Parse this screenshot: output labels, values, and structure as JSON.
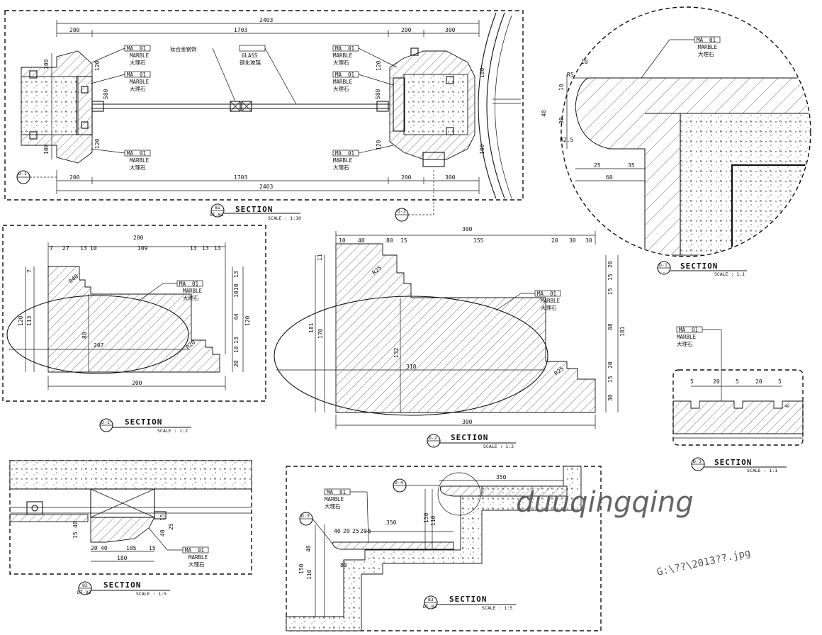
{
  "top_section": {
    "overall": "2403",
    "segments_top": [
      "200",
      "1703",
      "200",
      "300"
    ],
    "segments_bottom": [
      "200",
      "1703",
      "200",
      "300"
    ],
    "overall_bottom": "2403",
    "glass_tag": "GLASS",
    "glass_cn": "钢化玻璃",
    "metal_cn": "钛合金钢饰",
    "tag_code": "MA",
    "tag_num": "01",
    "marble": "MARBLE",
    "marble_cn": "大理石",
    "side_dims": [
      "100",
      "120",
      "580",
      "120",
      "100"
    ],
    "callout_left": "D-1",
    "callout_right": "D-2",
    "title": "SECTION",
    "scale": "SCALE : 1:10",
    "bubble_top": "81",
    "bubble_bottom": "DT-03"
  },
  "detail_circle": {
    "dims": [
      "10",
      "10",
      "R5",
      "40",
      "30",
      "R2.5",
      "25",
      "35",
      "60"
    ],
    "title": "SECTION",
    "scale": "SCALE : 1:1",
    "bubble_top": "D-1",
    "bubble_bottom": "-"
  },
  "section_200": {
    "top": "200",
    "parts": [
      "7",
      "27",
      "13",
      "10",
      "109",
      "13",
      "13",
      "13"
    ],
    "right_dims": [
      "13",
      "10",
      "10",
      "44",
      "10",
      "13",
      "20"
    ],
    "right_total": "120",
    "left_dims": [
      "7",
      "113",
      "120"
    ],
    "center": "88",
    "radius_a": "R40",
    "radius_b": "R20",
    "width_label": "207",
    "bottom": "200",
    "title": "SECTION",
    "scale": "SCALE : 1:2",
    "bubble_top": "D-1",
    "bubble_bottom": "-"
  },
  "section_300": {
    "top": "300",
    "parts": [
      "10",
      "40",
      "80",
      "15",
      "155",
      "20",
      "30",
      "30"
    ],
    "right_dims": [
      "20",
      "15",
      "15",
      "88",
      "20",
      "15",
      "30"
    ],
    "right_total": "181",
    "left_dims": [
      "11",
      "181",
      "170"
    ],
    "center": "132",
    "radius_a": "R25",
    "radius_b": "R25",
    "width_label": "318",
    "bottom": "300",
    "title": "SECTION",
    "scale": "SCALE : 1:2",
    "bubble_top": "D-2",
    "bubble_bottom": "-"
  },
  "small_detail": {
    "dims": [
      "5",
      "20",
      "5",
      "20",
      "5",
      "6"
    ],
    "title": "SECTION",
    "scale": "SCALE : 1:1",
    "bubble_top": "D-3",
    "bubble_bottom": "-"
  },
  "bottom_left": {
    "dims": [
      "15",
      "40",
      "20",
      "40",
      "105",
      "15",
      "180",
      "40",
      "15",
      "25"
    ],
    "title": "SECTION",
    "scale": "SCALE : 1:5",
    "bubble_top": "82",
    "bubble_bottom": "DT-03"
  },
  "stair": {
    "dims": [
      "350",
      "350",
      "150",
      "110",
      "40",
      "20",
      "25",
      "20",
      "5",
      "40",
      "80",
      "150",
      "110"
    ],
    "callout_a": "D-4",
    "callout_b": "D-3",
    "title": "SECTION",
    "scale": "SCALE : 1:5",
    "bubble_top": "83",
    "bubble_bottom": "DT-03"
  },
  "watermark": "duuqingqing",
  "file_label": "G:\\??\\2013??.jpg"
}
